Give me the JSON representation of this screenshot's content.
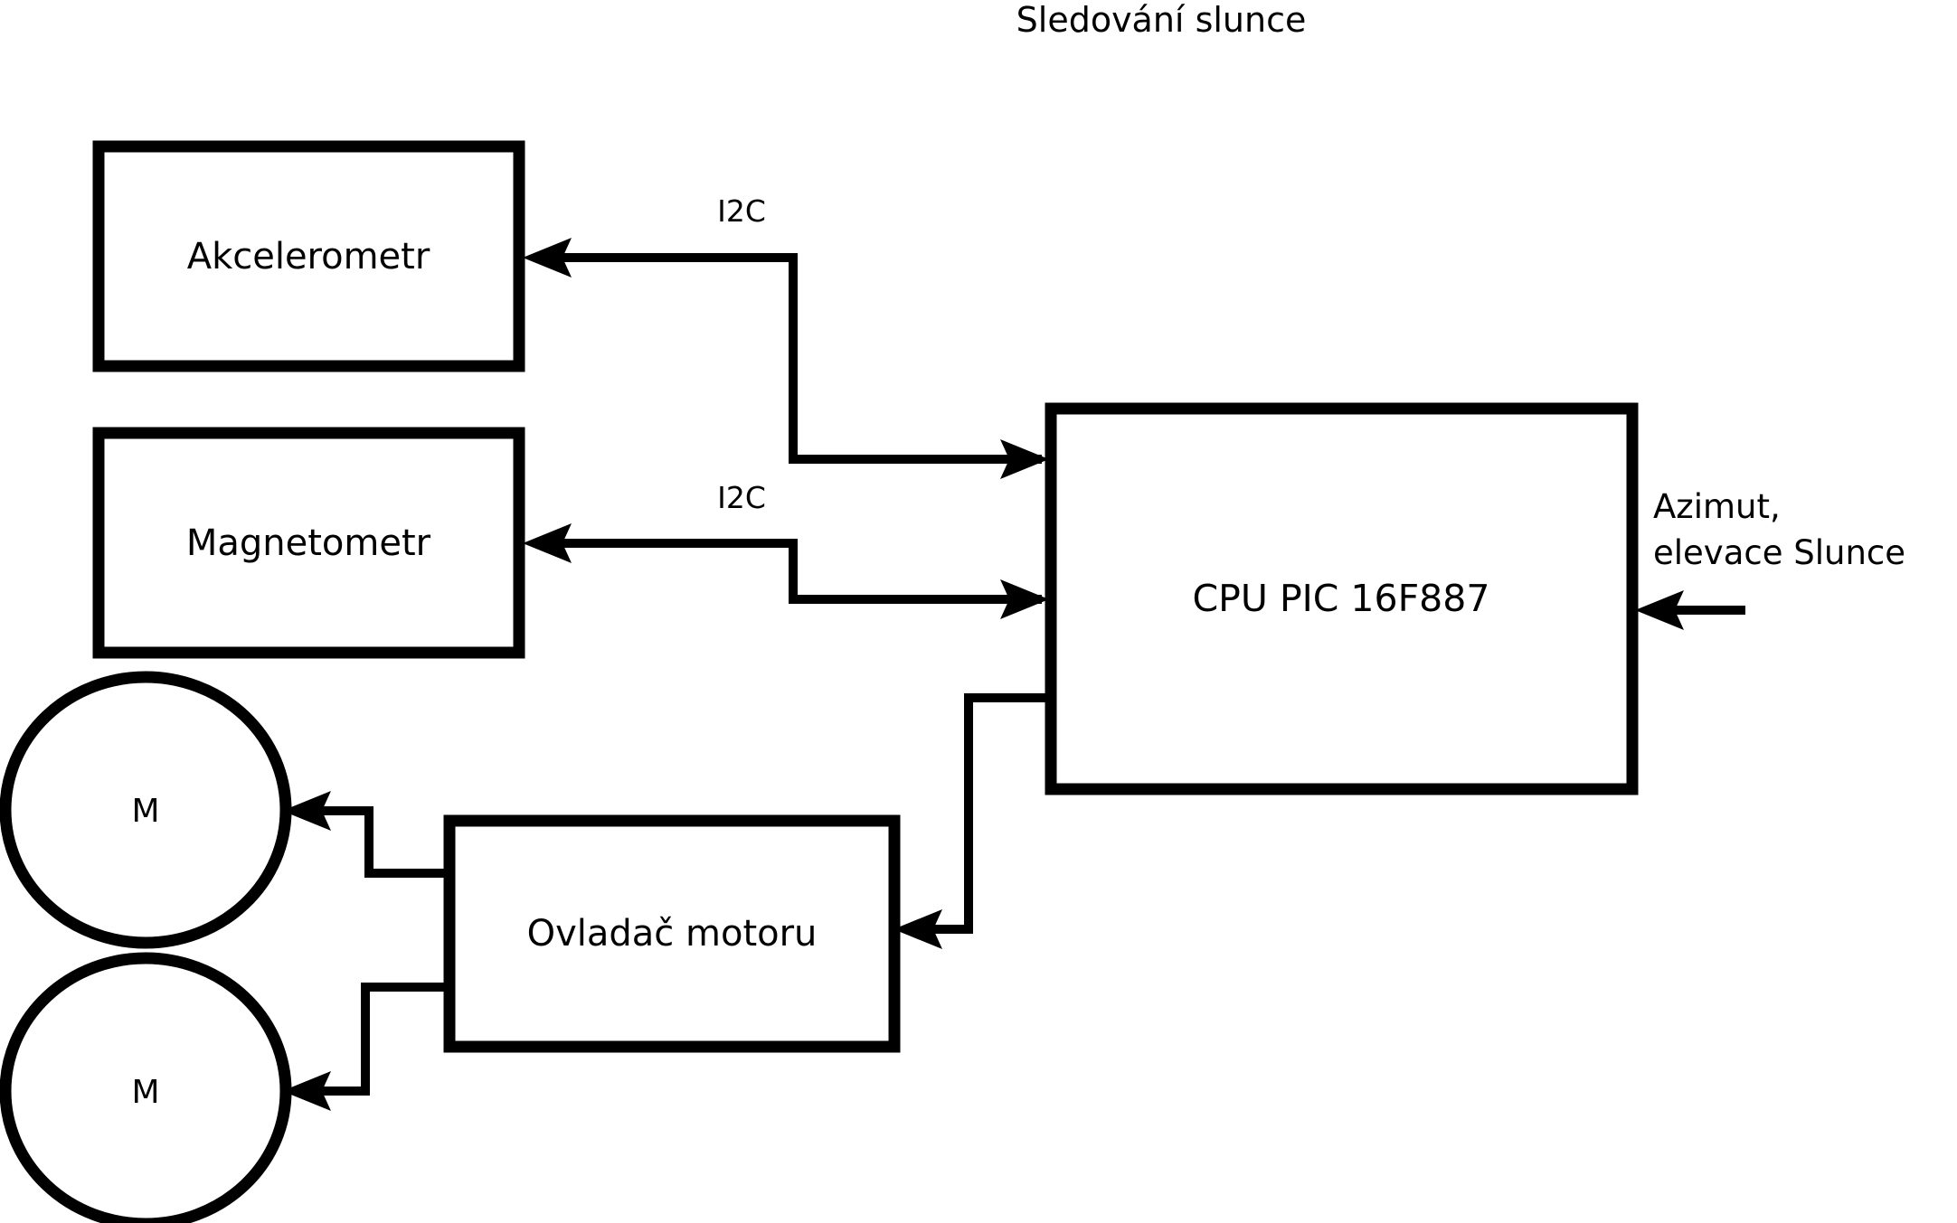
{
  "diagram": {
    "title": "Sledování slunce",
    "type": "block-diagram",
    "background_color": "#ffffff",
    "line_color": "#000000",
    "nodes": [
      {
        "id": "akcelerometr",
        "label": "Akcelerometr",
        "shape": "rectangle"
      },
      {
        "id": "magnetometr",
        "label": "Magnetometr",
        "shape": "rectangle"
      },
      {
        "id": "cpu",
        "label": "CPU PIC 16F887",
        "shape": "rectangle"
      },
      {
        "id": "ovladac",
        "label": "Ovladač motoru",
        "shape": "rectangle"
      },
      {
        "id": "motor_top",
        "label": "M",
        "shape": "ellipse"
      },
      {
        "id": "motor_bottom",
        "label": "M",
        "shape": "ellipse"
      }
    ],
    "edges": [
      {
        "id": "cpu-to-akcelerometr",
        "label": "I2C",
        "from": "cpu",
        "to": "akcelerometr",
        "direction": "to-akcelerometr"
      },
      {
        "id": "akcelerometr-to-cpu",
        "label": "",
        "from": "akcelerometr",
        "to": "cpu",
        "direction": "to-cpu"
      },
      {
        "id": "cpu-to-magnetometr",
        "label": "I2C",
        "from": "cpu",
        "to": "magnetometr",
        "direction": "to-magnetometr"
      },
      {
        "id": "magnetometr-to-cpu",
        "label": "",
        "from": "magnetometr",
        "to": "cpu",
        "direction": "to-cpu"
      },
      {
        "id": "cpu-to-ovladac",
        "label": "",
        "from": "cpu",
        "to": "ovladac",
        "direction": "to-ovladac"
      },
      {
        "id": "ovladac-to-motor-top",
        "label": "",
        "from": "ovladac",
        "to": "motor_top",
        "direction": "to-motor"
      },
      {
        "id": "ovladac-to-motor-bottom",
        "label": "",
        "from": "ovladac",
        "to": "motor_bottom",
        "direction": "to-motor"
      },
      {
        "id": "input-to-cpu",
        "label": "Azimut,\nelevace Slunce",
        "from": "external",
        "to": "cpu",
        "direction": "to-cpu"
      }
    ],
    "edge_labels": {
      "i2c_top": "I2C",
      "i2c_bottom": "I2C"
    },
    "external_input": {
      "line1": "Azimut,",
      "line2": "elevace Slunce"
    }
  }
}
